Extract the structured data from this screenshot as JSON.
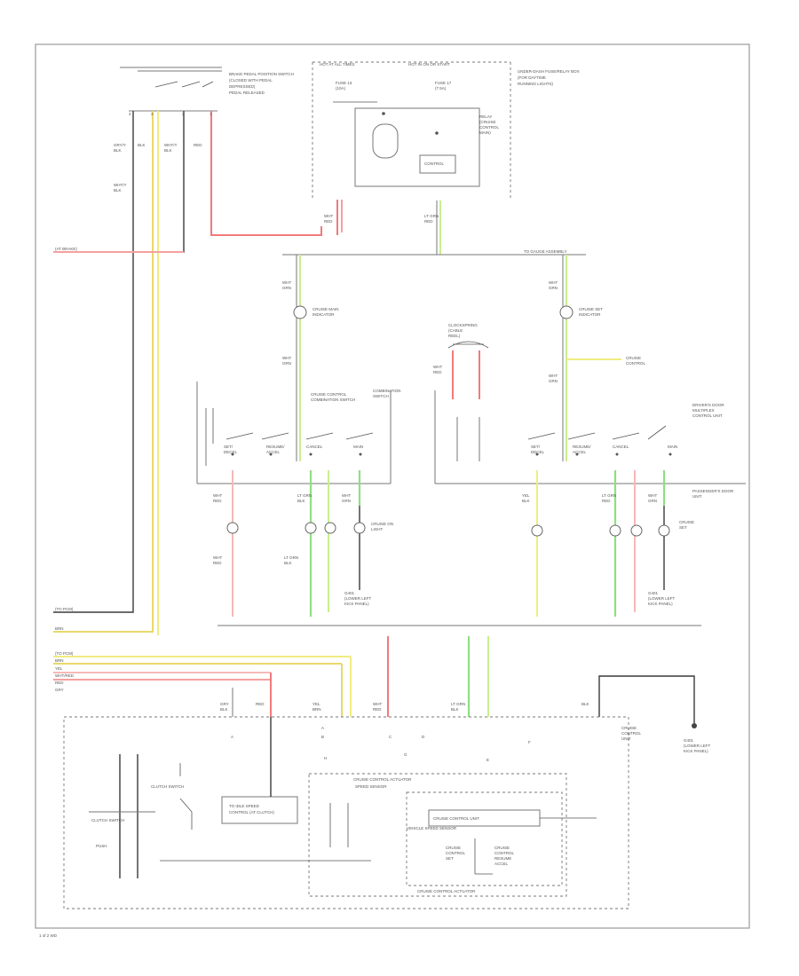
{
  "diagram": {
    "labels": {
      "top_left_switch": "BRAKE PEDAL POSITION SWITCH",
      "top_right_box": "UNDER-DASH FUSE/RELAY BOX",
      "right_conn_1": "DRIVER'S DOOR",
      "right_conn_2": "PASSENGER'S DOOR",
      "left_wire_1": "(AT BRAKE)",
      "left_bottom_1": "(TO PCM)",
      "left_bottom_2": "BRN",
      "left_bottom_3": "YEL",
      "left_bottom_4": "WHT/RED",
      "left_bottom_5": "RED",
      "left_bottom_6": "GRY",
      "lamp_left": "CRUISE MAIN",
      "lamp_right": "CRUISE SET",
      "lamp_mid": "CRUISE ON",
      "bottom_right_gnd": "G401",
      "bottom_box_1": "CRUISE CONTROL ACTUATOR",
      "bottom_box_2": "CRUISE CONTROL UNIT",
      "bottom_box_3": "CLUTCH SWITCH",
      "bottom_box_4": "VEHICLE SPEED SENSOR",
      "footer": "1 of 2 WD"
    }
  }
}
